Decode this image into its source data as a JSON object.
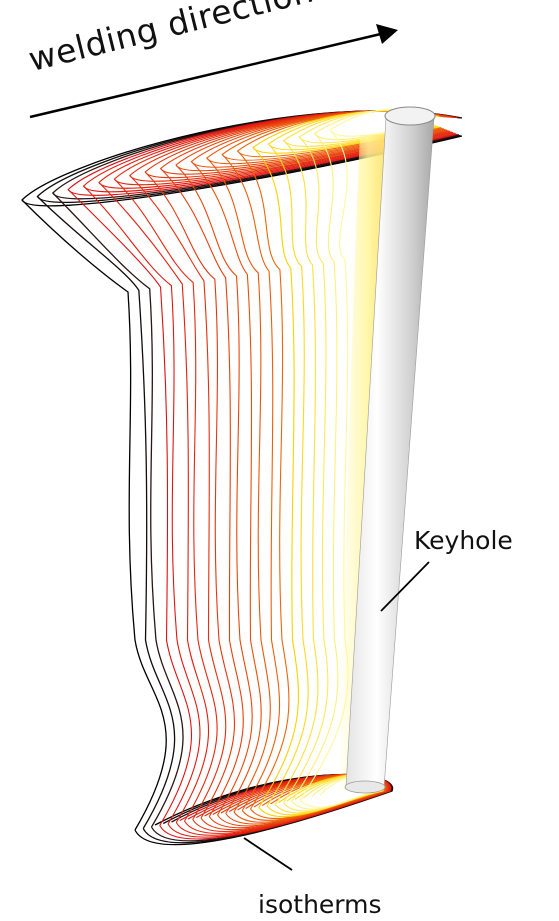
{
  "labels": {
    "welding_direction": "welding direction",
    "keyhole": "Keyhole",
    "isotherms": "isotherms"
  },
  "colors": {
    "isotherm_cold": "#000000",
    "isotherm_mid": "#e01010",
    "isotherm_hot": "#ffd000",
    "isotherm_hottest": "#fff89a",
    "keyhole_shade": "#bdbdbd",
    "keyhole_highlight": "#ffffff"
  },
  "isotherms": {
    "dark_count": 3,
    "red_count": 12,
    "yellow_count": 6
  }
}
